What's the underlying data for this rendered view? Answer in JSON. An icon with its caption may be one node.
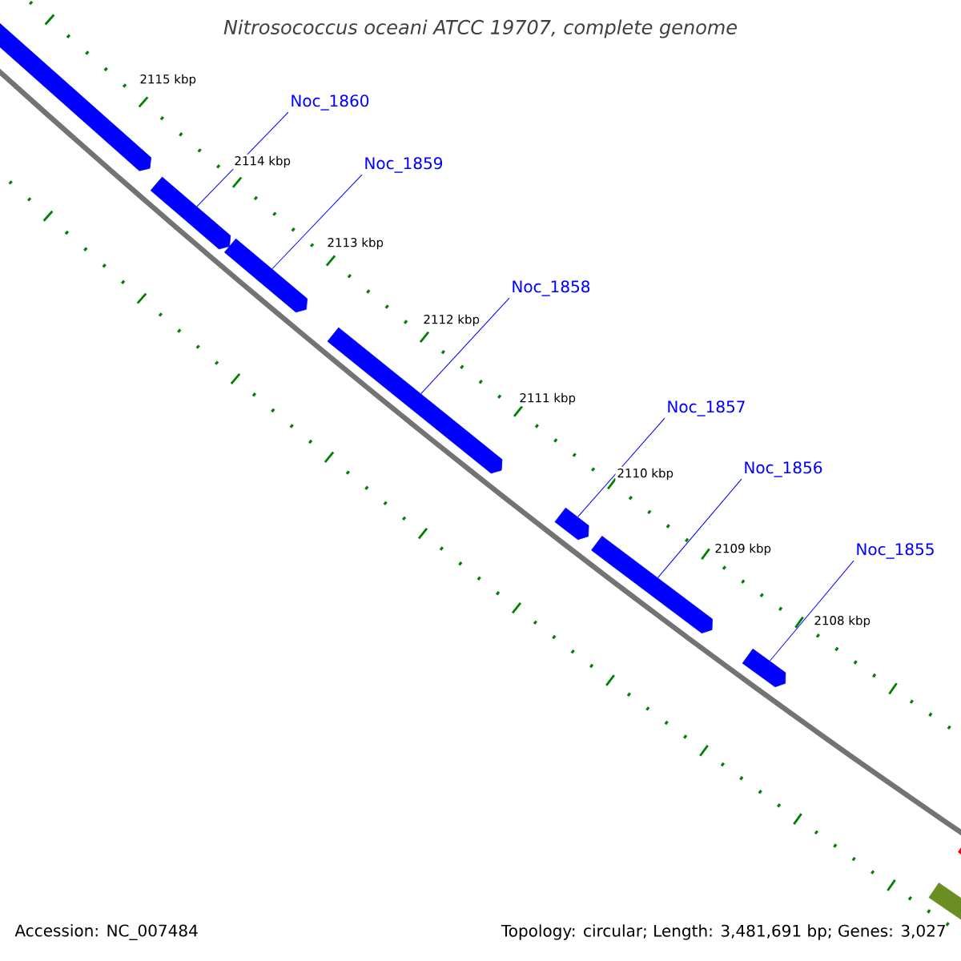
{
  "diagram": {
    "title": "Nitrosococcus oceani ATCC 19707, complete genome",
    "nodes": [
      {
        "text": [
          "Noc_1860"
        ]
      },
      {
        "text": [
          "Noc_1859"
        ]
      },
      {
        "text": [
          "Noc_1858"
        ]
      },
      {
        "text": [
          "Noc_1857"
        ]
      },
      {
        "text": [
          "Noc_1856"
        ]
      },
      {
        "text": [
          "Noc_1855"
        ]
      },
      {
        "text": [],
        "shape": "bar"
      },
      {
        "text": [],
        "shape": "bar"
      },
      {
        "text": [],
        "shape": "bar"
      },
      {
        "text": [],
        "shape": "bar"
      },
      {
        "text": [],
        "shape": "bar"
      },
      {
        "text": [],
        "shape": "bar"
      },
      {
        "text": [],
        "shape": "bar"
      },
      {
        "text": [],
        "shape": "bar"
      },
      {
        "text": [],
        "shape": "bar"
      }
    ],
    "edges": [
      {
        "from": 0,
        "to": 7,
        "arrow": "none"
      },
      {
        "from": 1,
        "to": 8,
        "arrow": "none"
      },
      {
        "from": 2,
        "to": 9,
        "arrow": "none"
      },
      {
        "from": 3,
        "to": 10,
        "arrow": "none"
      },
      {
        "from": 4,
        "to": 11,
        "arrow": "none"
      },
      {
        "from": 5,
        "to": 12,
        "arrow": "none"
      }
    ],
    "labels": [
      "2115 kbp",
      "2114 kbp",
      "2113 kbp",
      "2112 kbp",
      "2111 kbp",
      "2110 kbp",
      "2109 kbp",
      "2108 kbp",
      "Accession: NC_007484",
      "Topology: circular; Length: 3,481,691 bp; Genes: 3,027"
    ]
  }
}
